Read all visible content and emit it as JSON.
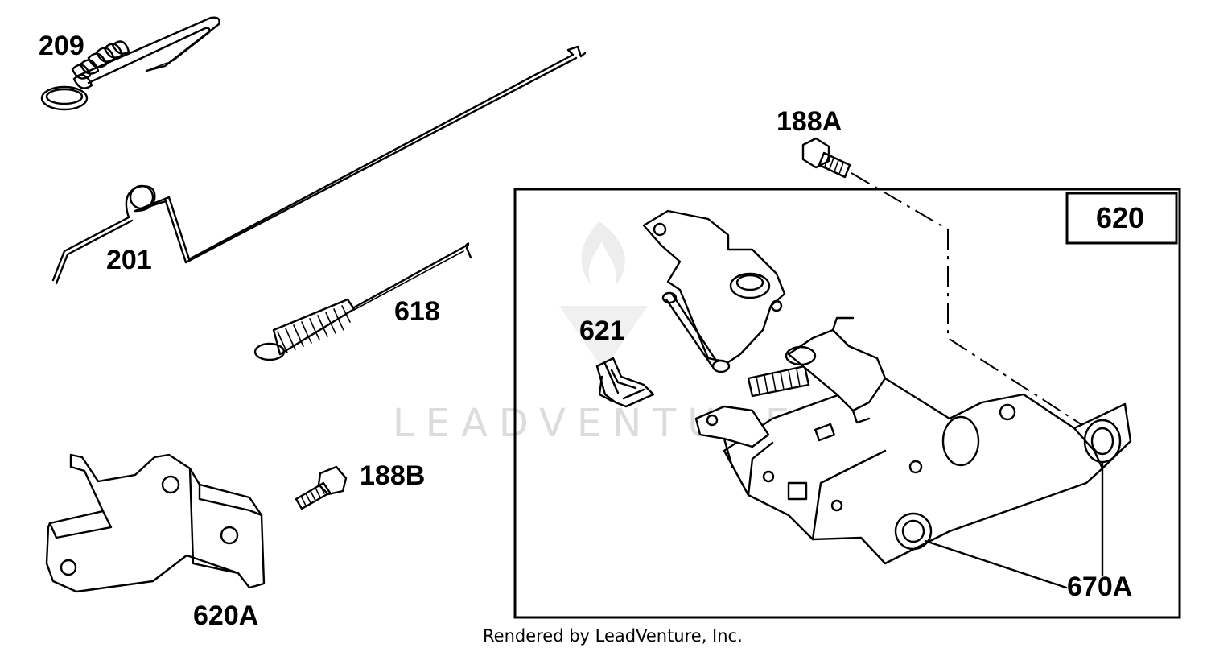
{
  "watermark": {
    "text": "LEADVENTURE"
  },
  "callouts": {
    "p209": "209",
    "p201": "201",
    "p618": "618",
    "p621": "621",
    "p188B": "188B",
    "p620A": "620A",
    "p188A": "188A",
    "p620": "620",
    "p670A": "670A"
  },
  "footer": {
    "text": "Rendered by LeadVenture, Inc."
  }
}
